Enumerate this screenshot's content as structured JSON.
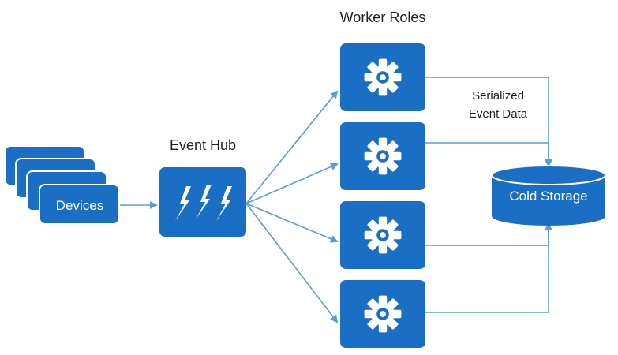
{
  "labels": {
    "worker_roles": "Worker Roles",
    "event_hub": "Event Hub",
    "devices": "Devices",
    "serialized_line1": "Serialized",
    "serialized_line2": "Event Data",
    "cold_storage": "Cold Storage"
  },
  "colors": {
    "box_fill": "#1a6fc4",
    "box_stroke": "#1560ad",
    "arrow": "#5b9bd5",
    "icon": "#ffffff",
    "text": "#1f1f1f"
  },
  "icons": {
    "event_hub": "lightning-bolts-icon",
    "worker_role": "gear-icon",
    "storage": "cylinder-database-icon"
  }
}
